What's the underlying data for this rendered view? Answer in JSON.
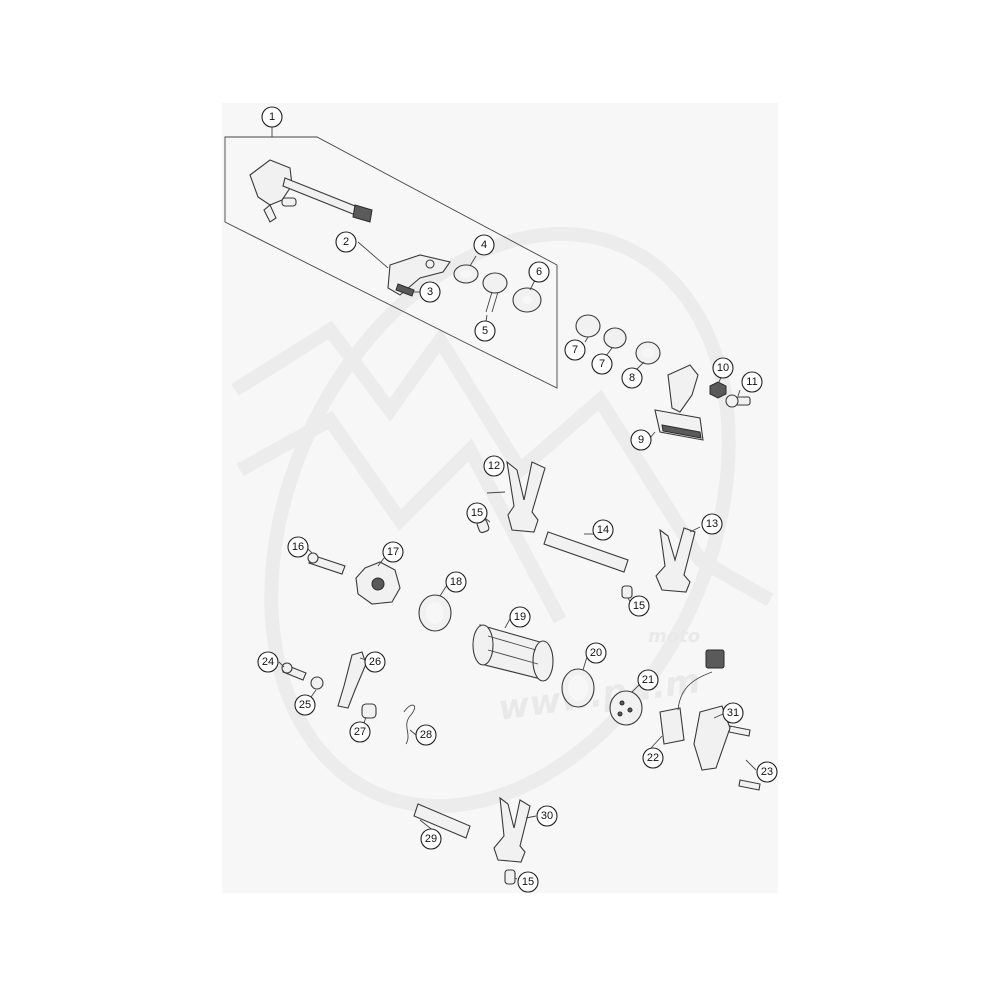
{
  "watermark": {
    "brand_text": "moto",
    "url_text": "www.p...m"
  },
  "callouts": [
    {
      "id": "c1",
      "label": "1"
    },
    {
      "id": "c2",
      "label": "2"
    },
    {
      "id": "c3",
      "label": "3"
    },
    {
      "id": "c4",
      "label": "4"
    },
    {
      "id": "c5",
      "label": "5"
    },
    {
      "id": "c6",
      "label": "6"
    },
    {
      "id": "c7a",
      "label": "7"
    },
    {
      "id": "c7b",
      "label": "7"
    },
    {
      "id": "c8",
      "label": "8"
    },
    {
      "id": "c9",
      "label": "9"
    },
    {
      "id": "c10",
      "label": "10"
    },
    {
      "id": "c11",
      "label": "11"
    },
    {
      "id": "c12",
      "label": "12"
    },
    {
      "id": "c13",
      "label": "13"
    },
    {
      "id": "c14",
      "label": "14"
    },
    {
      "id": "c15a",
      "label": "15"
    },
    {
      "id": "c15b",
      "label": "15"
    },
    {
      "id": "c15c",
      "label": "15"
    },
    {
      "id": "c16",
      "label": "16"
    },
    {
      "id": "c17",
      "label": "17"
    },
    {
      "id": "c18",
      "label": "18"
    },
    {
      "id": "c19",
      "label": "19"
    },
    {
      "id": "c20",
      "label": "20"
    },
    {
      "id": "c21",
      "label": "21"
    },
    {
      "id": "c22",
      "label": "22"
    },
    {
      "id": "c23",
      "label": "23"
    },
    {
      "id": "c24",
      "label": "24"
    },
    {
      "id": "c25",
      "label": "25"
    },
    {
      "id": "c26",
      "label": "26"
    },
    {
      "id": "c27",
      "label": "27"
    },
    {
      "id": "c28",
      "label": "28"
    },
    {
      "id": "c29",
      "label": "29"
    },
    {
      "id": "c30",
      "label": "30"
    },
    {
      "id": "c31",
      "label": "31"
    }
  ],
  "colors": {
    "accent": "#f39a3b",
    "line": "#3a3a3a",
    "background": "#f7f7f7"
  }
}
